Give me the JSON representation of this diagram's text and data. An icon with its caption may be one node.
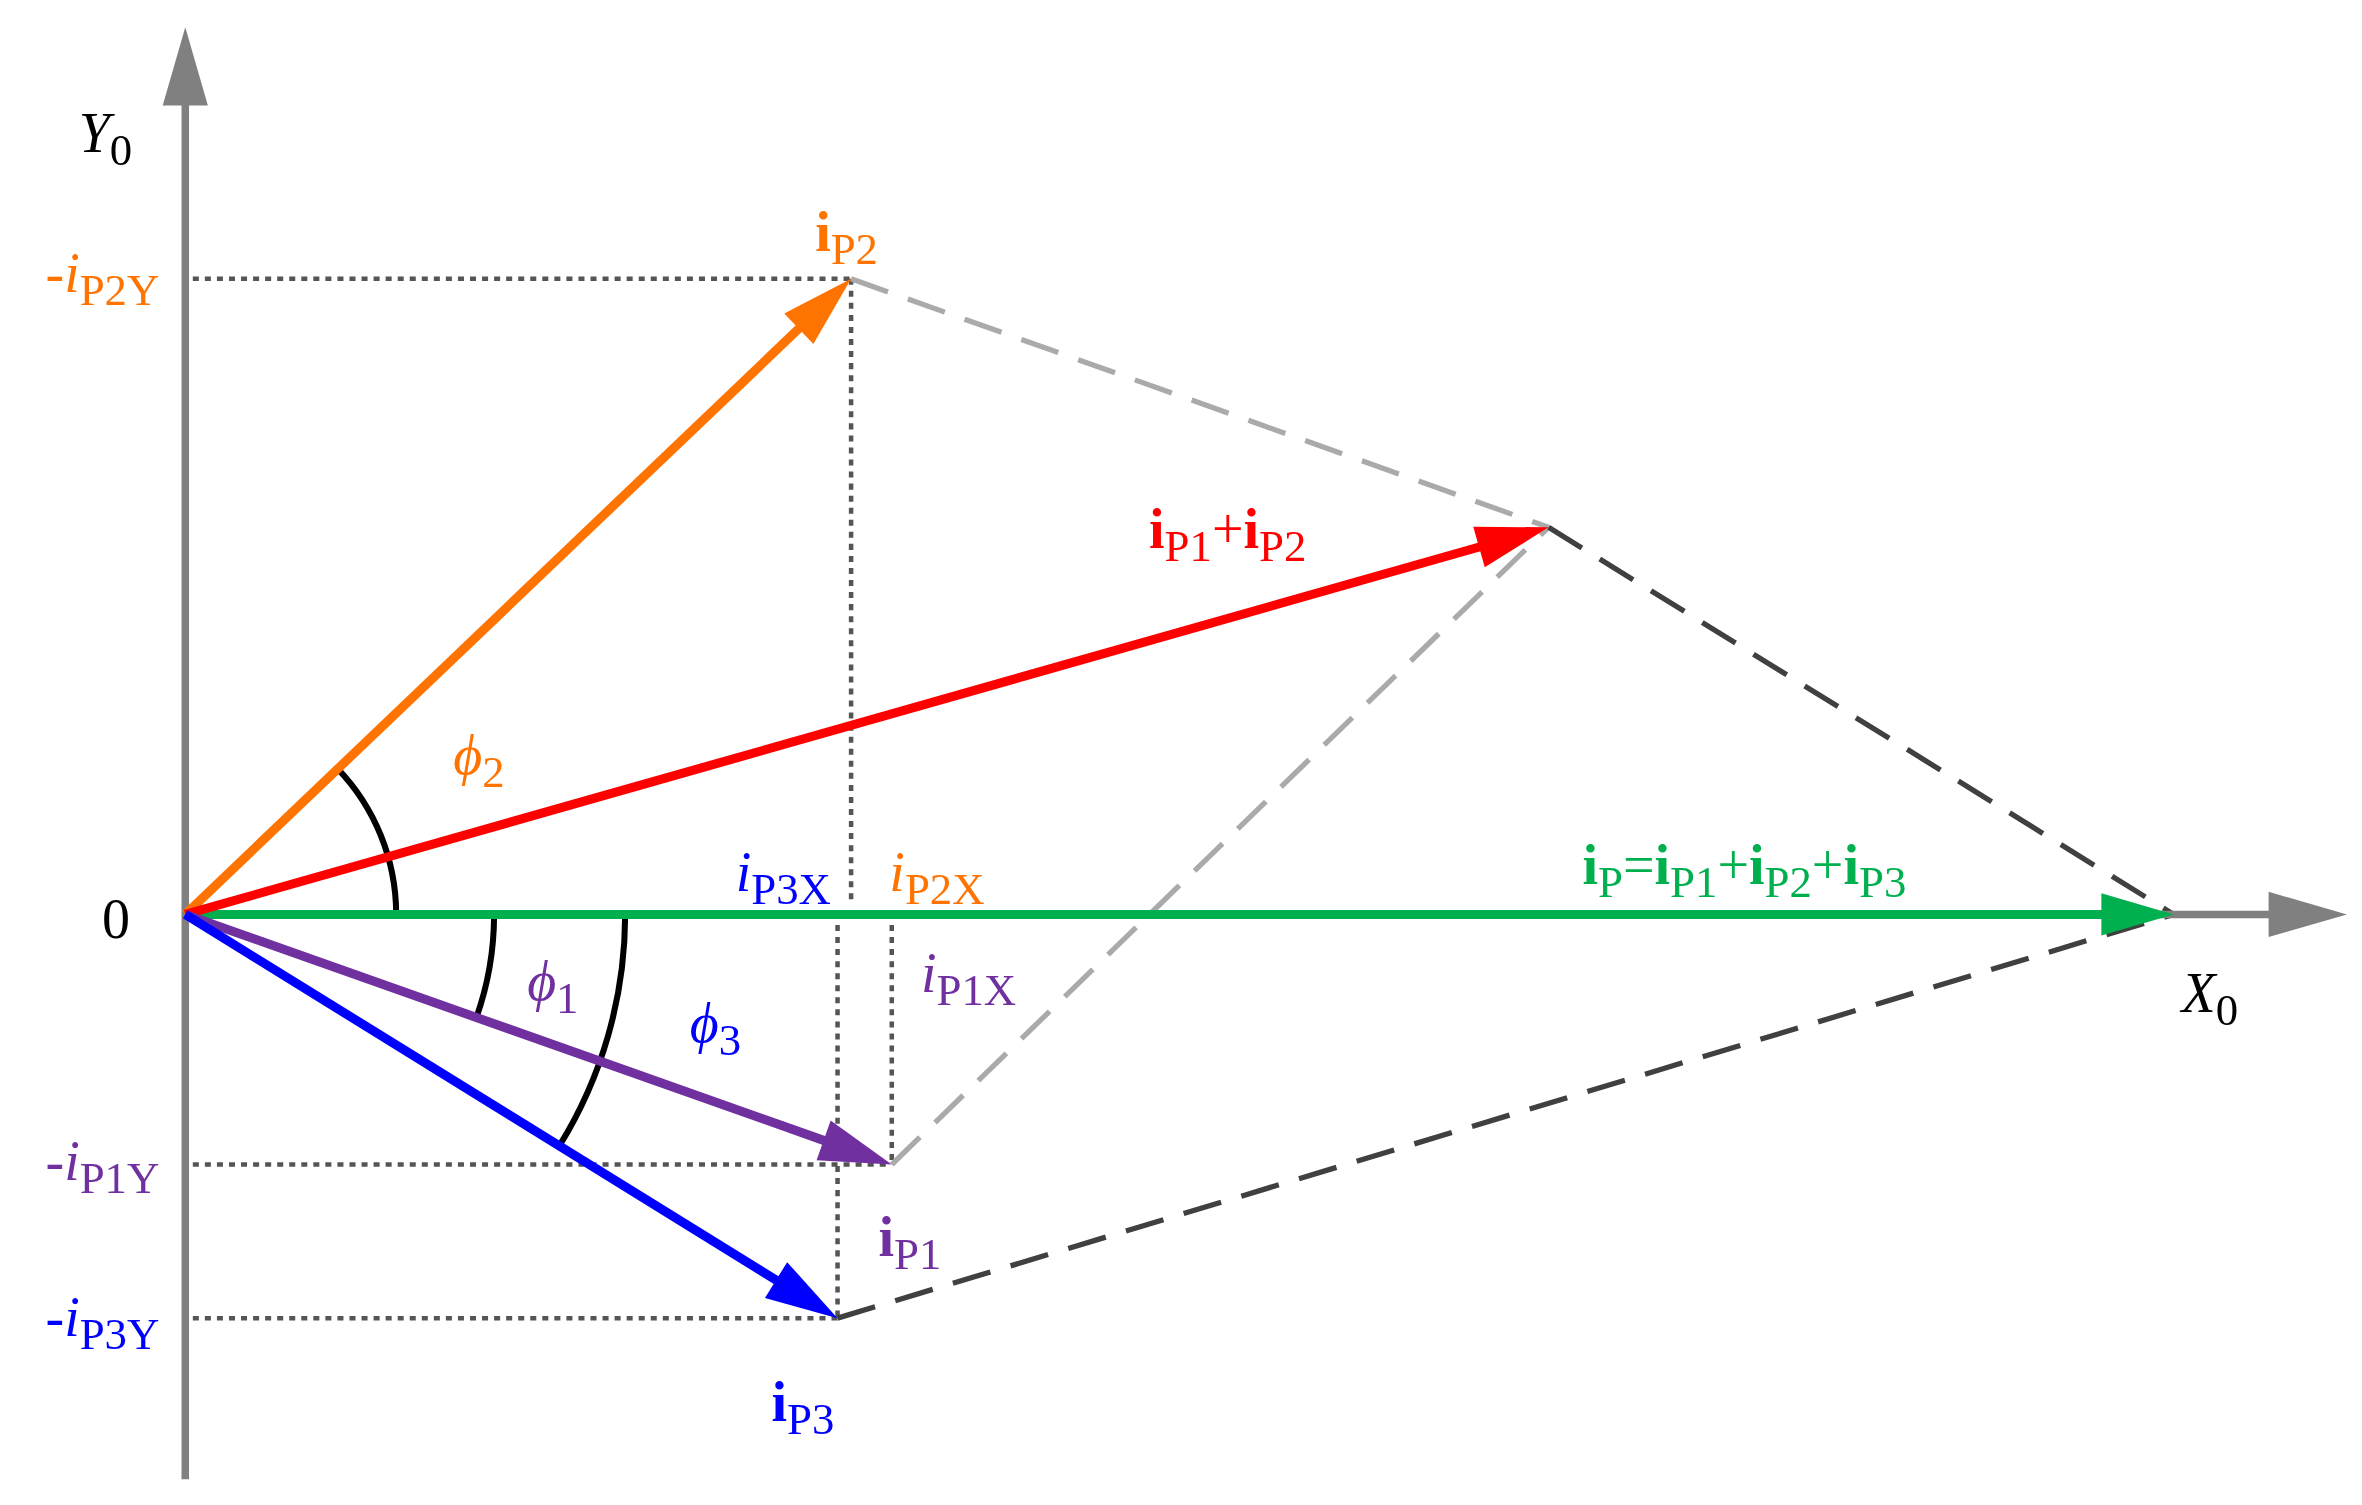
{
  "diagram": {
    "labels": [
      "*Y*$_{0}$",
      "-*i*$_{P2Y}$",
      "**i**$_{P2}$",
      "**i**$_{P1}$+**i**$_{P2}$",
      "*ϕ*$_{2}$",
      "0",
      "*i*$_{P3X}$",
      "*i*$_{P2X}$",
      "**i**$_{P}$=**i**$_{P1}$+**i**$_{P2}$+**i**$_{P3}$",
      "*i*$_{P1X}$",
      "*ϕ*$_{1}$",
      "*ϕ*$_{3}$",
      "*X*$_{0}$",
      "-*i*$_{P1Y}$",
      "**i**$_{P1}$",
      "-*i*$_{P3Y}$",
      "**i**$_{P3}$"
    ]
  }
}
